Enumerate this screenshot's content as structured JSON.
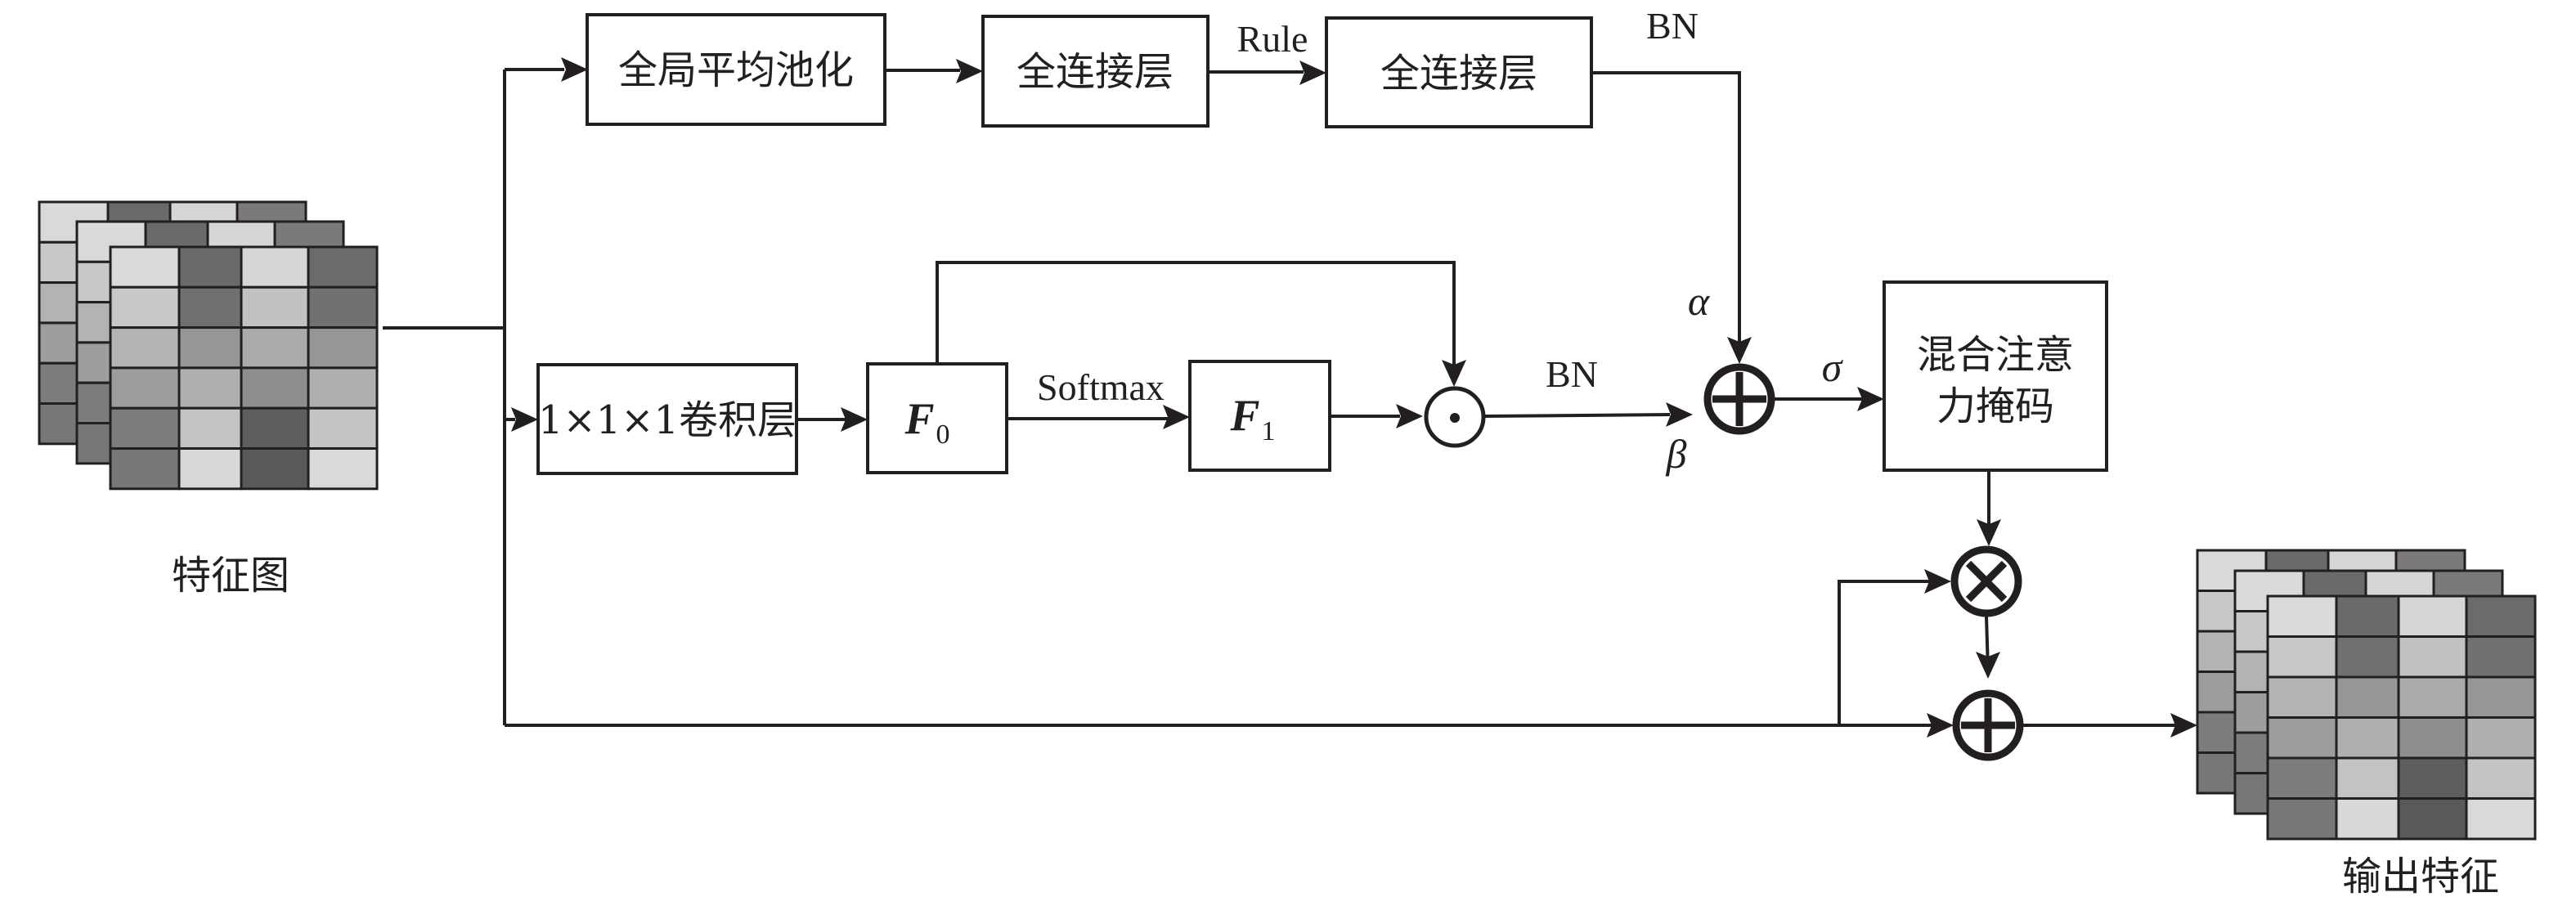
{
  "diagram": {
    "input_label": "特征图",
    "output_label": "输出特征",
    "blocks": {
      "gap": "全局平均池化",
      "fc1": "全连接层",
      "fc2": "全连接层",
      "conv": "1×1×1卷积层",
      "f0_var": "F",
      "f0_sub": "0",
      "f1_var": "F",
      "f1_sub": "1",
      "mask_line1": "混合注意",
      "mask_line2": "力掩码"
    },
    "edge_labels": {
      "rule": "Rule",
      "bn_top": "BN",
      "softmax": "Softmax",
      "bn_mid": "BN",
      "alpha": "α",
      "beta": "β",
      "sigma": "σ"
    },
    "operators": {
      "hadamard": "elementwise-product",
      "sum_top": "elementwise-sum",
      "multiply": "elementwise-multiply",
      "sum_bottom": "elementwise-sum"
    },
    "feature_map_shades": {
      "back": [
        [
          "#d9d9d9",
          "#6b6a6b",
          "#d6d6d6",
          "#7b797a"
        ],
        [
          "#c8c8c8",
          "#707070",
          "#c3c2c3",
          "#7d7b7c"
        ],
        [
          "#b3b3b3",
          "#979697",
          "#aaaaaa",
          "#9b9a9b"
        ],
        [
          "#9e9d9e",
          "#b0b0b0",
          "#8f8e8f",
          "#b2b2b2"
        ],
        [
          "#7d7c7d",
          "#c3c3c3",
          "#5f5e5c",
          "#c4c4c4"
        ],
        [
          "#787778",
          "#d8d8d8",
          "#5a595a",
          "#d9d9d9"
        ]
      ],
      "front": [
        [
          "#d9d9d9",
          "#6b6a6b",
          "#d6d6d6",
          "#6c6b6c"
        ],
        [
          "#c8c8c8",
          "#707070",
          "#c3c2c3",
          "#727172"
        ],
        [
          "#b3b3b3",
          "#979697",
          "#aaaaaa",
          "#979697"
        ],
        [
          "#9e9d9e",
          "#b0b0b0",
          "#8f8e8f",
          "#b0b0b0"
        ],
        [
          "#7d7c7d",
          "#c3c3c3",
          "#5f5e5c",
          "#c4c4c4"
        ],
        [
          "#787778",
          "#d8d8d8",
          "#5a595a",
          "#d9d9d9"
        ]
      ]
    }
  }
}
